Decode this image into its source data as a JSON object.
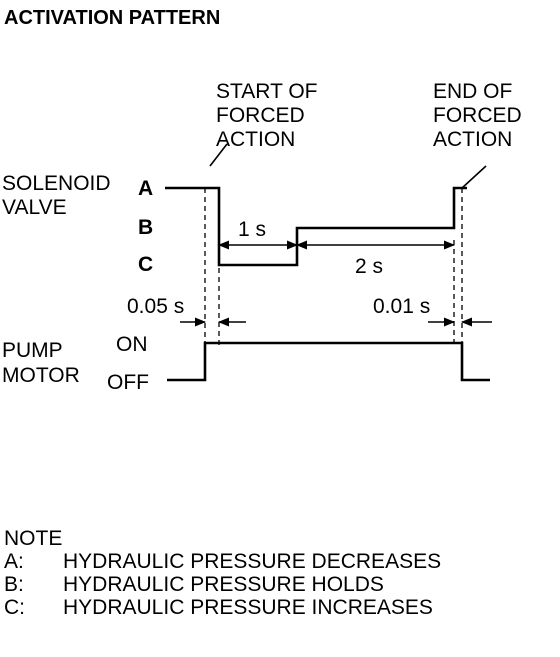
{
  "title": "ACTIVATION PATTERN",
  "start_label": [
    "START OF",
    "FORCED",
    "ACTION"
  ],
  "end_label": [
    "END OF",
    "FORCED",
    "ACTION"
  ],
  "solenoid_label": [
    "SOLENOID",
    "VALVE"
  ],
  "levels": {
    "a": "A",
    "b": "B",
    "c": "C"
  },
  "pump_label": [
    "PUMP",
    "MOTOR"
  ],
  "pump_states": {
    "on": "ON",
    "off": "OFF"
  },
  "timings": {
    "interval_1": "1 s",
    "interval_2": "2 s",
    "delay_start": "0.05 s",
    "delay_end": "0.01 s"
  },
  "note": {
    "heading": "NOTE",
    "lines": [
      {
        "key": "A:",
        "text": "HYDRAULIC PRESSURE DECREASES"
      },
      {
        "key": "B:",
        "text": "HYDRAULIC PRESSURE HOLDS"
      },
      {
        "key": "C:",
        "text": "HYDRAULIC PRESSURE INCREASES"
      }
    ]
  }
}
